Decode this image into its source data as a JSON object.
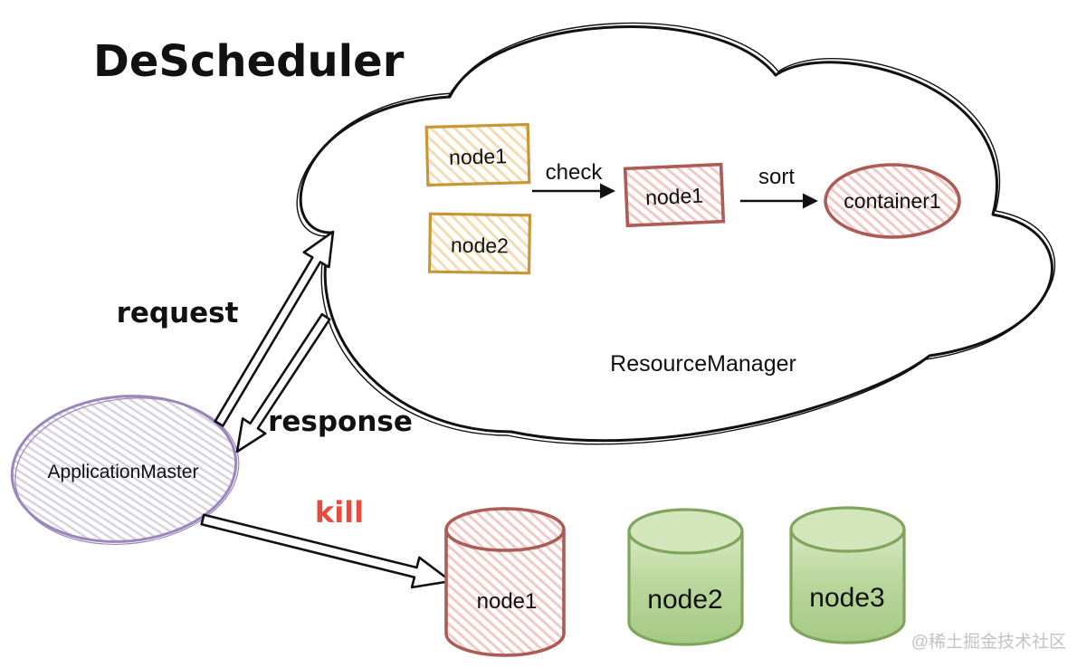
{
  "title": "DeScheduler",
  "cloud": {
    "label": "ResourceManager",
    "candidate_nodes": [
      {
        "label": "node1"
      },
      {
        "label": "node2"
      }
    ],
    "check_label": "check",
    "checked_node_label": "node1",
    "sort_label": "sort",
    "container_label": "container1"
  },
  "app_master": {
    "label": "ApplicationMaster"
  },
  "flows": {
    "request": "request",
    "response": "response",
    "kill": "kill"
  },
  "cluster_nodes": [
    {
      "label": "node1",
      "status": "kill-target"
    },
    {
      "label": "node2",
      "status": "healthy"
    },
    {
      "label": "node3",
      "status": "healthy"
    }
  ],
  "watermark": "@稀土掘金技术社区",
  "colors": {
    "ink": "#111111",
    "yellow_border": "#C79735",
    "yellow_hatch": "#F4DCB2",
    "red_border": "#AC5B55",
    "pink_hatch": "#F1C9C6",
    "purple_border": "#9B86BB",
    "purple_hatch": "#D8D3E0",
    "green_border": "#7FA55C",
    "green_fill": "#B5D396",
    "kill_red": "#E54C3C",
    "watermark_gray": "#C2C2C2"
  }
}
